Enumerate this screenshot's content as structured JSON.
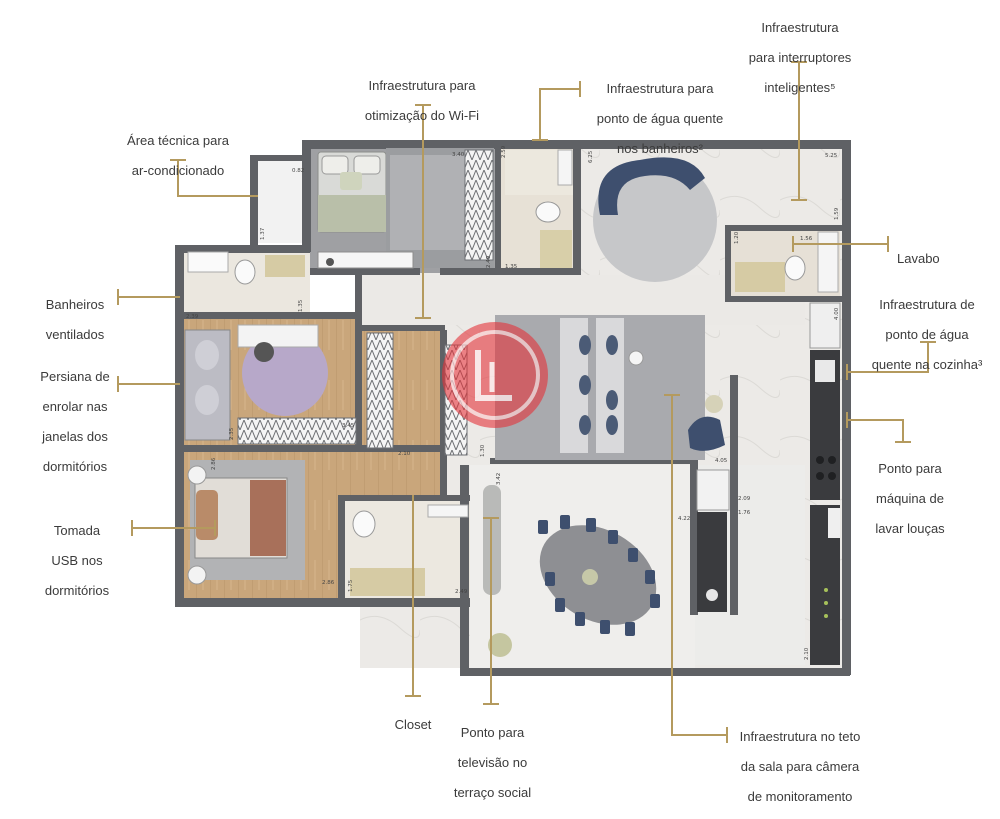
{
  "annotations": {
    "area_tecnica": [
      "Área técnica para",
      "ar-condicionado"
    ],
    "wifi": [
      "Infraestrutura para",
      "otimização do Wi-Fi"
    ],
    "agua_banheiros": [
      "Infraestrutura para",
      "ponto de água quente",
      "nos banheiros²"
    ],
    "interruptores": [
      "Infraestrutura",
      "para interruptores",
      "inteligentes⁵"
    ],
    "lavabo": [
      "Lavabo"
    ],
    "agua_cozinha": [
      "Infraestrutura de",
      "ponto de água",
      "quente na cozinha³"
    ],
    "banheiros_ventilados": [
      "Banheiros",
      "ventilados"
    ],
    "persiana": [
      "Persiana de",
      "enrolar nas",
      "janelas dos",
      "dormitórios"
    ],
    "tomada_usb": [
      "Tomada",
      "USB nos",
      "dormitórios"
    ],
    "maquina_loucas": [
      "Ponto para",
      "máquina de",
      "lavar louças"
    ],
    "closet": [
      "Closet"
    ],
    "televisao": [
      "Ponto para",
      "televisão no",
      "terraço social"
    ],
    "camera": [
      "Infraestrutura no teto",
      "da sala para câmera",
      "de monitoramento"
    ]
  },
  "dimensions": {
    "d1": "0.82",
    "d2": "1.37",
    "d3": "3.40",
    "d4": "2.59",
    "d5": "6.25",
    "d6": "5.25",
    "d7": "1.59",
    "d8": "1.20",
    "d9": "1.56",
    "d10": "2.49",
    "d11": "1.35",
    "d12": "2.39",
    "d13": "1.35",
    "d14": "4.00",
    "d15": "2.35",
    "d16": "3.45",
    "d17": "2.10",
    "d18": "1.30",
    "d19": "4.05",
    "d20": "2.86",
    "d21": "3.42",
    "d22": "2.09",
    "d23": "1.76",
    "d24": "4.22",
    "d25": "2.86",
    "d26": "1.75",
    "d27": "2.49",
    "d28": "2.10"
  },
  "colors": {
    "wall": "#5f6165",
    "leader": "#b49a5e",
    "floor_wood": "#c7a47a",
    "floor_stone": "#e9e8e6",
    "rug_gray": "#a9aaae",
    "rug_purple": "#b7a8c9",
    "sofa_blue": "#3e4f6e",
    "watermark": "#e4333a"
  }
}
